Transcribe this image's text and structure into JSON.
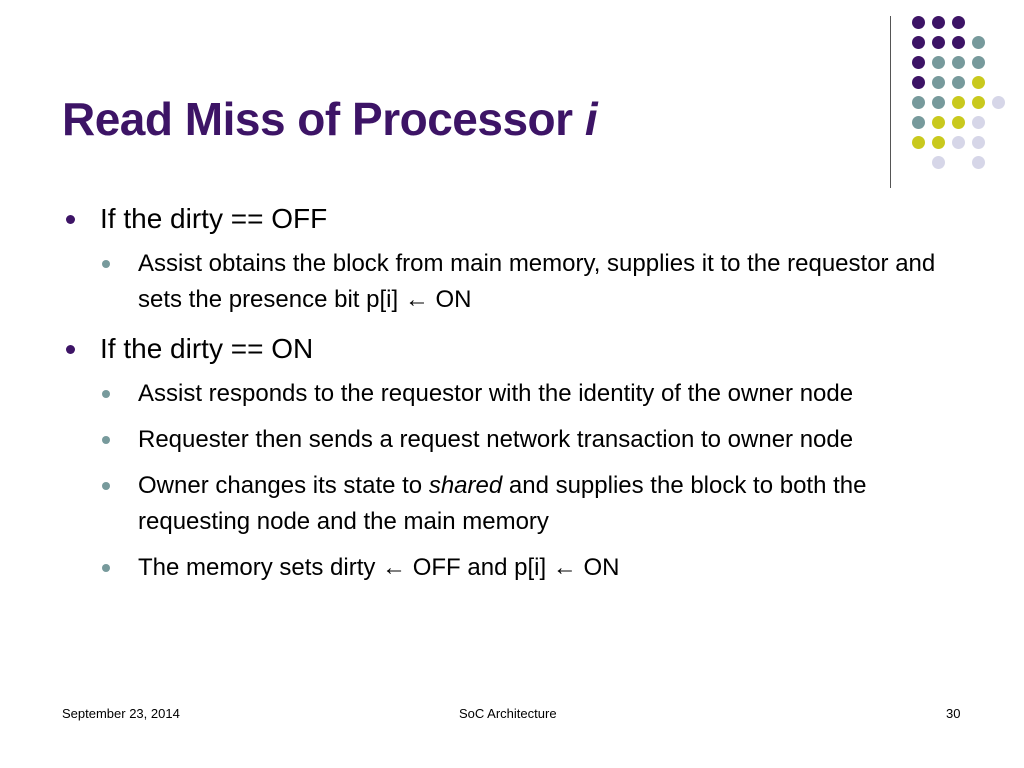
{
  "slide": {
    "title_prefix": "Read Miss of Processor ",
    "title_italic": "i"
  },
  "bullets": [
    {
      "level": 1,
      "text": "If the dirty == OFF"
    },
    {
      "level": 2,
      "text": "Assist obtains the block from main memory, supplies it to the requestor and sets the presence bit p[i] ← ON"
    },
    {
      "level": 1,
      "text": "If the dirty == ON"
    },
    {
      "level": 2,
      "text": "Assist responds to the requestor with the identity of the owner node"
    },
    {
      "level": 2,
      "text": "Requester then sends a request network transaction to owner node"
    },
    {
      "level": 2,
      "parts": [
        "Owner changes its state to ",
        "shared",
        " and supplies the block to both the requesting node and the main memory"
      ]
    },
    {
      "level": 2,
      "text": "The memory sets dirty ← OFF and p[i] ← ON"
    }
  ],
  "footer": {
    "date": "September 23, 2014",
    "title": "SoC Architecture",
    "page": "30"
  },
  "colors": {
    "title": "#3d1466",
    "purple": "#3d1466",
    "teal": "#779a9c",
    "yellow": "#c9c91e",
    "lavender": "#d6d6e8"
  },
  "decoration": {
    "dot_grid": [
      [
        "purple",
        "purple",
        "purple",
        null
      ],
      [
        "purple",
        "purple",
        "purple",
        "teal"
      ],
      [
        "purple",
        "teal",
        "teal",
        "teal"
      ],
      [
        "purple",
        "teal",
        "teal",
        "yellow"
      ],
      [
        "teal",
        "teal",
        "yellow",
        "yellow",
        "lavender"
      ],
      [
        "teal",
        "yellow",
        "yellow",
        "lavender"
      ],
      [
        "yellow",
        "yellow",
        "lavender",
        "lavender"
      ],
      [
        null,
        "lavender",
        null,
        "lavender"
      ]
    ]
  }
}
